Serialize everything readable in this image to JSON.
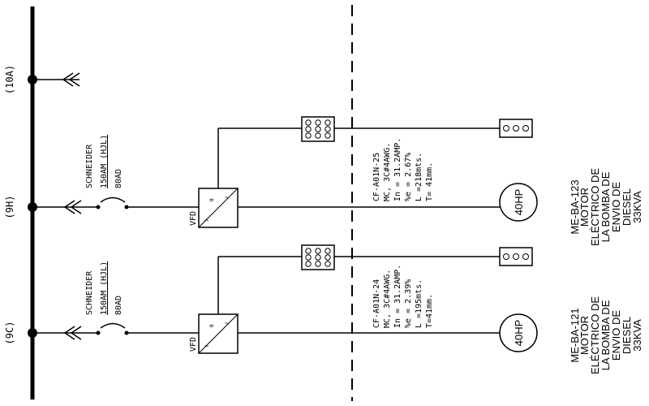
{
  "diagram": {
    "bus_tags": [
      "(10A)",
      "(9H)",
      "(9C)"
    ],
    "breakers": [
      {
        "brand": "SCHNEIDER",
        "rating": "150AM (HJL)",
        "trip": "80AD"
      },
      {
        "brand": "SCHNEIDER",
        "rating": "150AM (HJL)",
        "trip": "80AD"
      }
    ],
    "vfd_label": "VFD",
    "circuits": [
      {
        "lines": [
          "CF-A01N-25",
          "MC, 3C#4AWG.",
          "In = 31.2AMP.",
          "%e = 2.67%",
          "L =218mts.",
          "T= 41mm."
        ]
      },
      {
        "lines": [
          "CF-A01N-24",
          "MC, 3C#4AWG.",
          "In = 31.2AMP.",
          "%e = 2.39%",
          "L =195mts.",
          "T=41mm."
        ]
      }
    ],
    "motors": [
      {
        "hp": "40HP",
        "tag": "ME-BA-123",
        "desc": [
          "MOTOR",
          "ELÉCTRICO DE",
          "LA BOMBA DE",
          "ENVIO DE",
          "DIESEL",
          "33KVA"
        ]
      },
      {
        "hp": "40HP",
        "tag": "ME-BA-121",
        "desc": [
          "MOTOR",
          "ELÉCTRICO DE",
          "LA BOMBA DE",
          "ENVIO DE",
          "DIESEL",
          "33KVA"
        ]
      }
    ]
  }
}
